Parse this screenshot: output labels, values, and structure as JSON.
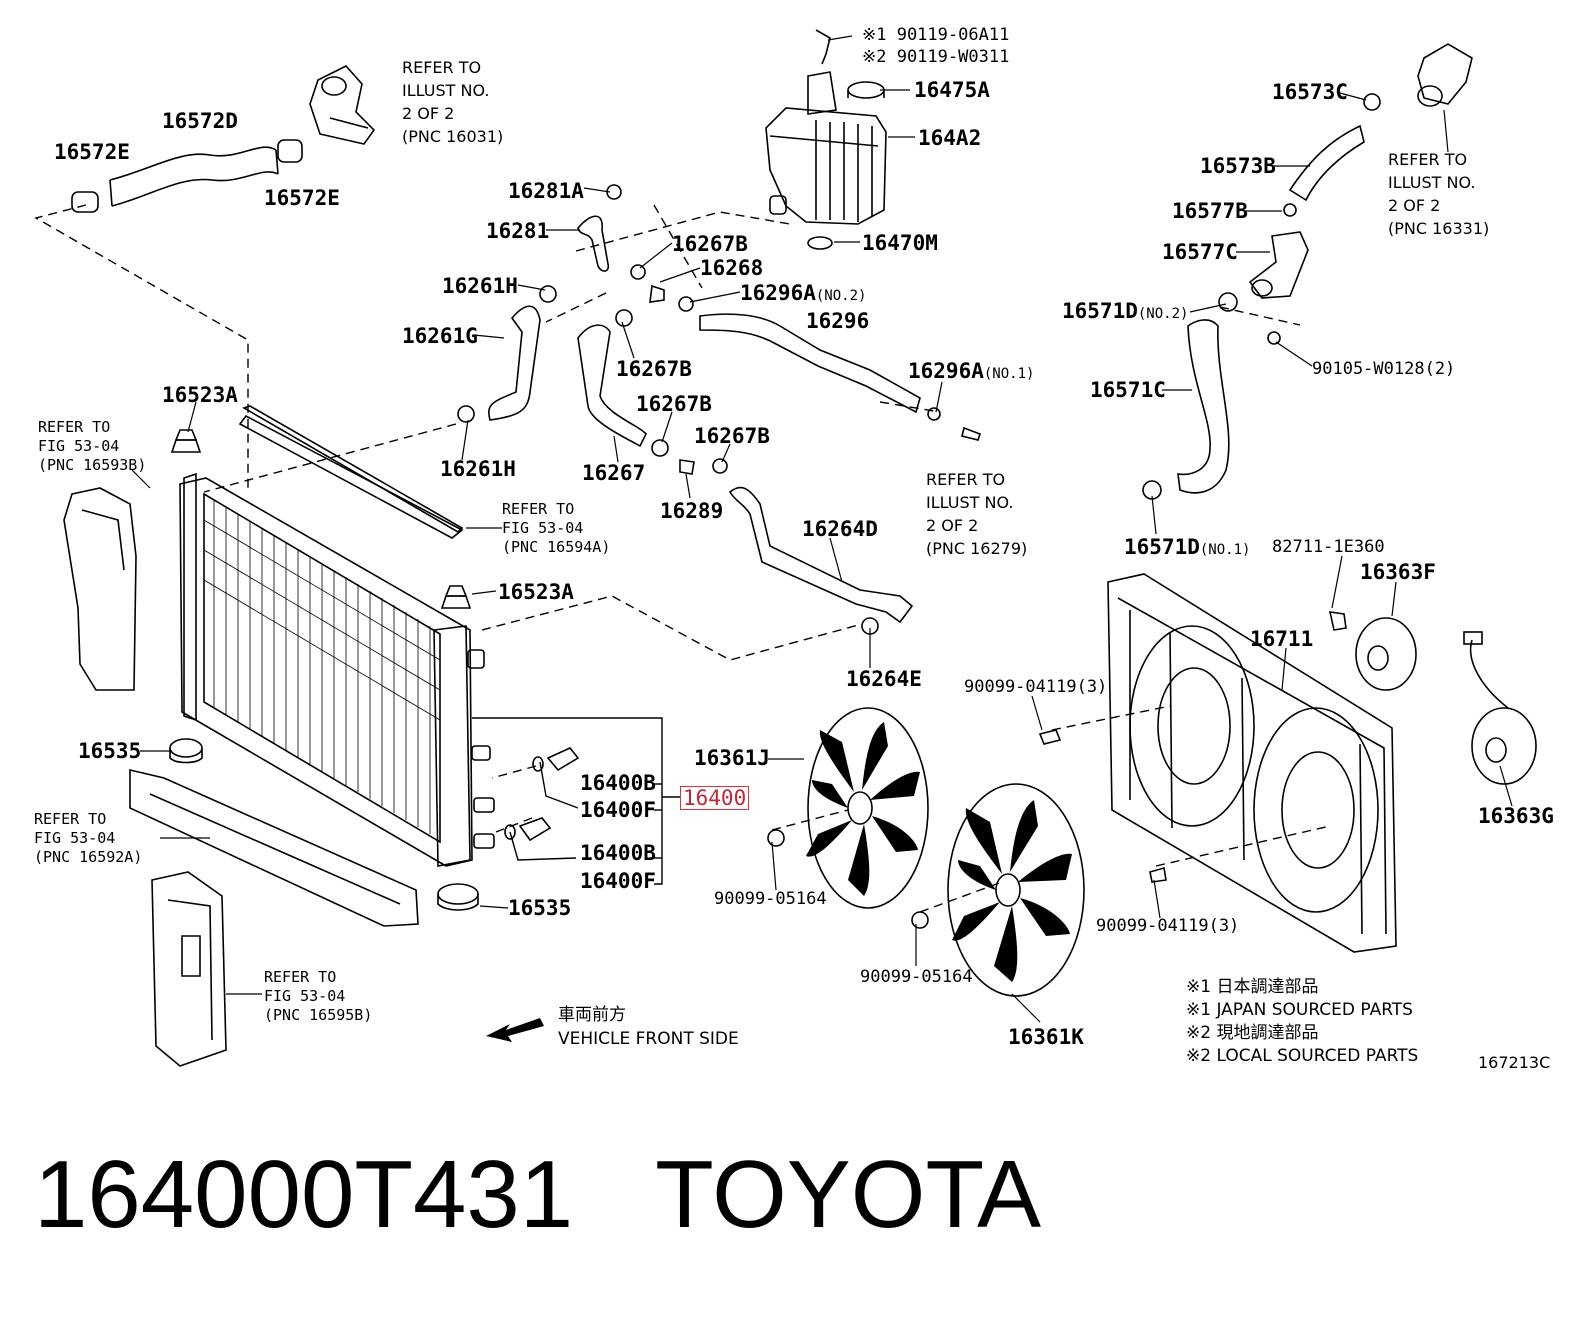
{
  "labels": {
    "l16572E_a": "16572E",
    "l16572D": "16572D",
    "l16572E_b": "16572E",
    "l16281A": "16281A",
    "l16281": "16281",
    "l16267B_a": "16267B",
    "l16268": "16268",
    "l16261H_a": "16261H",
    "l16296A_a": "16296A",
    "l16261G": "16261G",
    "l16296": "16296",
    "l16267B_b": "16267B",
    "l16296A_b": "16296A",
    "l16523A_a": "16523A",
    "l16267B_c": "16267B",
    "l16267B_d": "16267B",
    "l16261H_b": "16261H",
    "l16267": "16267",
    "l16289": "16289",
    "l16264D": "16264D",
    "l16523A_b": "16523A",
    "l16264E": "16264E",
    "l16475A": "16475A",
    "l164A2": "164A2",
    "l16470M": "16470M",
    "l16573C": "16573C",
    "l16573B": "16573B",
    "l16577B": "16577B",
    "l16577C": "16577C",
    "l16571D_a": "16571D",
    "l16571C": "16571C",
    "l16571D_b": "16571D",
    "l90105": "90105-W0128(2)",
    "l82711": "82711-1E360",
    "l16363F": "16363F",
    "l16711": "16711",
    "l90099_04119_a": "90099-04119(3)",
    "l16363G": "16363G",
    "l16535_a": "16535",
    "l16361J": "16361J",
    "l16400B_a": "16400B",
    "l16400F_a": "16400F",
    "l16400": "16400",
    "l16400B_b": "16400B",
    "l16400F_b": "16400F",
    "l16535_b": "16535",
    "l90099_05164_a": "90099-05164",
    "l90099_05164_b": "90099-05164",
    "l90099_04119_b": "90099-04119(3)",
    "l16361K": "16361K",
    "l167213C": "167213C",
    "s_no2_a": "(NO.2)",
    "s_no1_a": "(NO.1)",
    "s_no2_b": "(NO.2)",
    "s_no1_b": "(NO.1)"
  },
  "bolt_callouts": {
    "line1": "※1 90119-06A11",
    "line2": "※2 90119-W0311"
  },
  "refs": {
    "r16031": "REFER TO\nILLUST NO.\n2 OF 2\n(PNC 16031)",
    "r16331": "REFER TO\nILLUST NO.\n2 OF 2\n(PNC 16331)",
    "r16279": "REFER TO\nILLUST NO.\n2 OF 2\n(PNC 16279)",
    "r16593B": "REFER TO\nFIG 53-04\n(PNC 16593B)",
    "r16594A": "REFER TO\nFIG 53-04\n(PNC 16594A)",
    "r16592A": "REFER TO\nFIG 53-04\n(PNC 16592A)",
    "r16595B": "REFER TO\nFIG 53-04\n(PNC 16595B)"
  },
  "direction": {
    "jp": "車両前方",
    "en": "VEHICLE FRONT SIDE"
  },
  "notes": [
    "※1 日本調達部品",
    "※1 JAPAN SOURCED PARTS",
    "※2 現地調達部品",
    "※2 LOCAL SOURCED PARTS"
  ],
  "part_number": "164000T431",
  "brand": "TOYOTA",
  "colors": {
    "highlight": "#e0303a",
    "line": "#000000",
    "background": "#ffffff"
  }
}
